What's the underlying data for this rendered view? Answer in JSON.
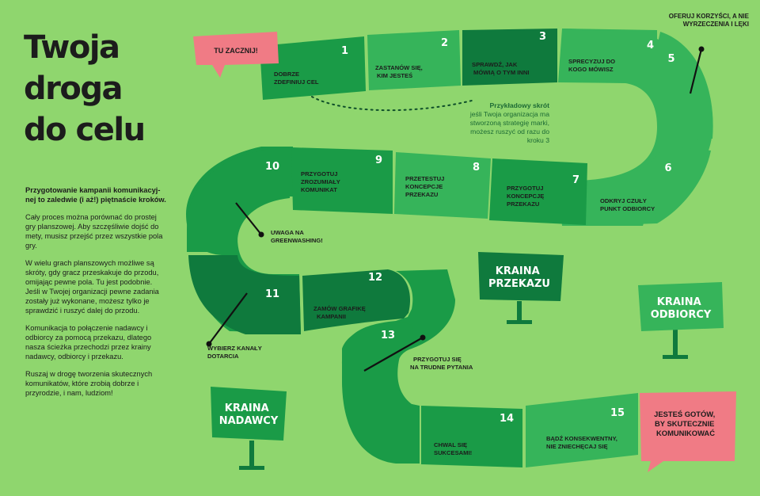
{
  "title_lines": [
    "Twoja",
    "droga",
    "do celu"
  ],
  "intro": {
    "lead": "Przygotowanie kampanii komunikacyj­nej to zaledwie (i aż!) piętnaście kroków.",
    "paragraphs": [
      "Cały proces można porównać do prostej gry planszowej. Aby szczęśliwie dojść do mety, musisz przejść przez wszystkie pola gry.",
      "W wielu grach planszowych możliwe są skróty, gdy gracz przeskakuje do przodu, omijając pewne pola. Tu jest podobnie. Jeśli w Twojej organizacji pewne zadania zostały już wykonane, możesz tylko je sprawdzić i ruszyć dalej do przodu.",
      "Komunikacja to połączenie nadawcy i odbiorcy za pomocą przekazu, dlatego nasza ścieżka przechodzi przez krainy nadawcy, odbiorcy i przekazu.",
      "Ruszaj w drogę tworzenia skutecznych komunikatów, które zrobią dobrze i przyrodzie, i nam, ludziom!"
    ]
  },
  "start_label": "TU ZACZNIJ!",
  "finish_label": [
    "JESTEŚ GOTÓW,",
    "BY SKUTECZNIE",
    "KOMUNIKOWAĆ"
  ],
  "shortcut_hint": {
    "title": "Przykładowy skrót",
    "text": "jeśli Twoja organizacja ma stworzoną strategię marki, możesz ruszyć od razu do kroku 3"
  },
  "steps": [
    {
      "number": "1",
      "label": [
        "DOBRZE",
        "ZDEFINIUJ CEL"
      ]
    },
    {
      "number": "2",
      "label": [
        "ZASTANÓW SIĘ,",
        "KIM JESTEŚ"
      ]
    },
    {
      "number": "3",
      "label": [
        "SPRAWDŹ, JAK",
        "MÓWIĄ O TYM INNI"
      ]
    },
    {
      "number": "4",
      "label": [
        "SPRECYZUJ DO",
        "KOGO MÓWISZ"
      ]
    },
    {
      "number": "5",
      "label": []
    },
    {
      "number": "6",
      "label": [
        "ODKRYJ CZUŁY",
        "PUNKT ODBIORCY"
      ]
    },
    {
      "number": "7",
      "label": [
        "PRZYGOTUJ",
        "KONCEPCJĘ",
        "PRZEKAZU"
      ]
    },
    {
      "number": "8",
      "label": [
        "PRZETESTUJ",
        "KONCEPCJE",
        "PRZEKAZU"
      ]
    },
    {
      "number": "9",
      "label": [
        "PRZYGOTUJ",
        "ZROZUMIAŁY",
        "KOMUNIKAT"
      ]
    },
    {
      "number": "10",
      "label": []
    },
    {
      "number": "11",
      "label": []
    },
    {
      "number": "12",
      "label": [
        "ZAMÓW GRAFIKĘ",
        "KAMPANII"
      ]
    },
    {
      "number": "13",
      "label": []
    },
    {
      "number": "14",
      "label": [
        "CHWAL SIĘ",
        "SUKCESAMI!"
      ]
    },
    {
      "number": "15",
      "label": [
        "BĄDŹ KONSEKWENTNY,",
        "NIE ZNIECHĘCAJ SIĘ"
      ]
    }
  ],
  "callouts": {
    "step5": "Oferuj korzyści, a nie wyrzeczenia i lęki",
    "greenwashing": [
      "UWAGA NA",
      "GREENWASHING!"
    ],
    "channels": [
      "WYBIERZ KANAŁY",
      "DOTARCIA"
    ],
    "questions": [
      "PRZYGOTUJ SIĘ",
      "NA TRUDNE PYTANIA"
    ]
  },
  "signs": [
    {
      "line1": "KRAINA",
      "line2": "NADAWCY"
    },
    {
      "line1": "KRAINA",
      "line2": "PRZEKAZU"
    },
    {
      "line1": "KRAINA",
      "line2": "ODBIORCY"
    }
  ],
  "colors": {
    "background": "#8fd66e",
    "dark_green": "#0f7a3d",
    "mid_green": "#1a9b47",
    "light_green": "#36b45a",
    "pink": "#f07b85",
    "text_dark": "#1c1c1c"
  }
}
